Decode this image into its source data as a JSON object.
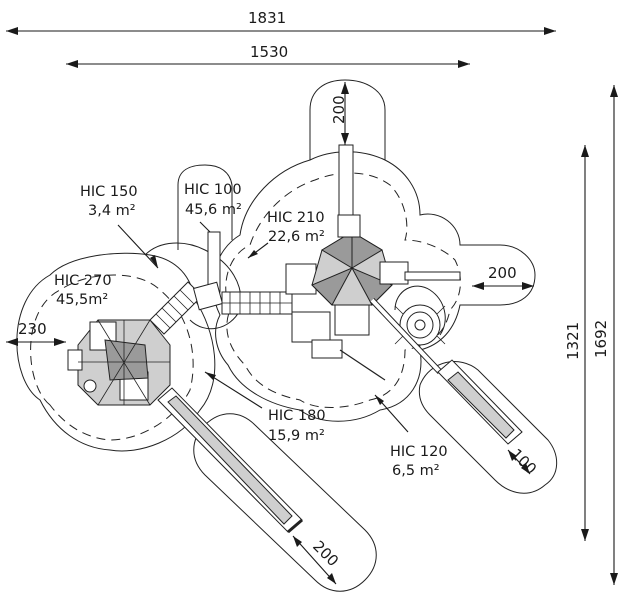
{
  "dimensions": {
    "overall_width": "1831",
    "inner_width": "1530",
    "overall_height": "1692",
    "inner_height": "1321",
    "left_clearance": "230",
    "top_clearance": "200",
    "right_clearance": "200",
    "slide_right_clearance": "100",
    "slide_bottom_clearance": "200"
  },
  "labels": {
    "hic150": {
      "name": "HIC 150",
      "area": "3,4 m²"
    },
    "hic100": {
      "name": "HIC 100",
      "area": "45,6 m²"
    },
    "hic210": {
      "name": "HIC 210",
      "area": "22,6 m²"
    },
    "hic270": {
      "name": "HIC 270",
      "area": "45,5m²"
    },
    "hic180": {
      "name": "HIC 180",
      "area": "15,9 m²"
    },
    "hic120": {
      "name": "HIC 120",
      "area": "6,5 m²"
    }
  }
}
